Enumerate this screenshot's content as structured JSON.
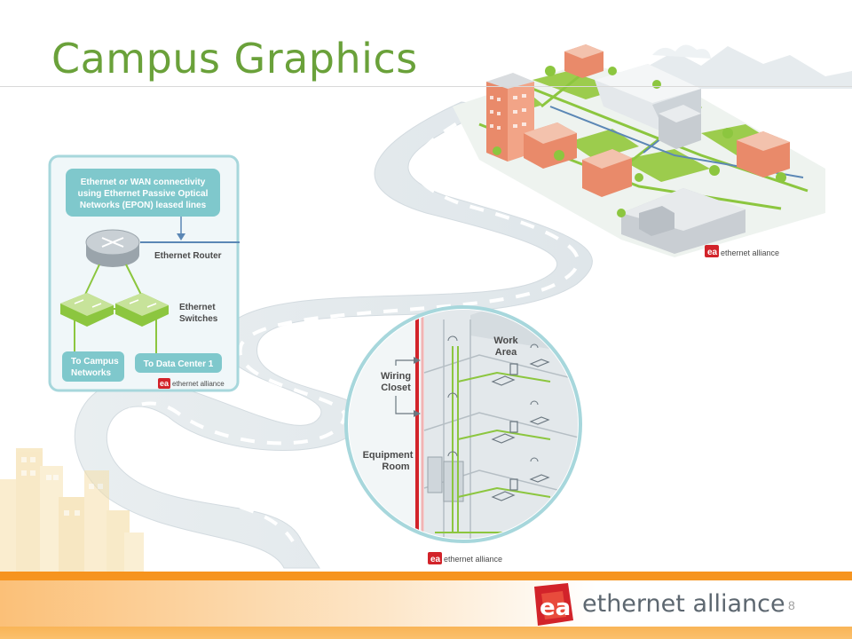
{
  "title": "Campus Graphics",
  "page_number": "8",
  "brand": "ethernet alliance",
  "colors": {
    "title_green": "#6aa13a",
    "network_green": "#8cc63f",
    "teal_box": "#7fc8cc",
    "orange_bar": "#f7931e",
    "brand_red": "#d2232a",
    "lan_blue": "#5b87b5"
  },
  "network_diagram": {
    "connectivity_note": [
      "Ethernet or WAN connectivity",
      "using Ethernet Passive Optical",
      "Networks (EPON) leased lines"
    ],
    "router_label": "Ethernet Router",
    "switches_label": [
      "Ethernet",
      "Switches"
    ],
    "campus_box": [
      "To Campus",
      "Networks"
    ],
    "datacenter_box": "To Data Center 1",
    "logo_text": "ethernet alliance"
  },
  "building_diagram": {
    "work_area": [
      "Work",
      "Area"
    ],
    "wiring_closet": [
      "Wiring",
      "Closet"
    ],
    "equipment_room": [
      "Equipment",
      "Room"
    ],
    "logo_text": "ethernet alliance"
  },
  "campus_map": {
    "logo_text": "ethernet alliance"
  }
}
